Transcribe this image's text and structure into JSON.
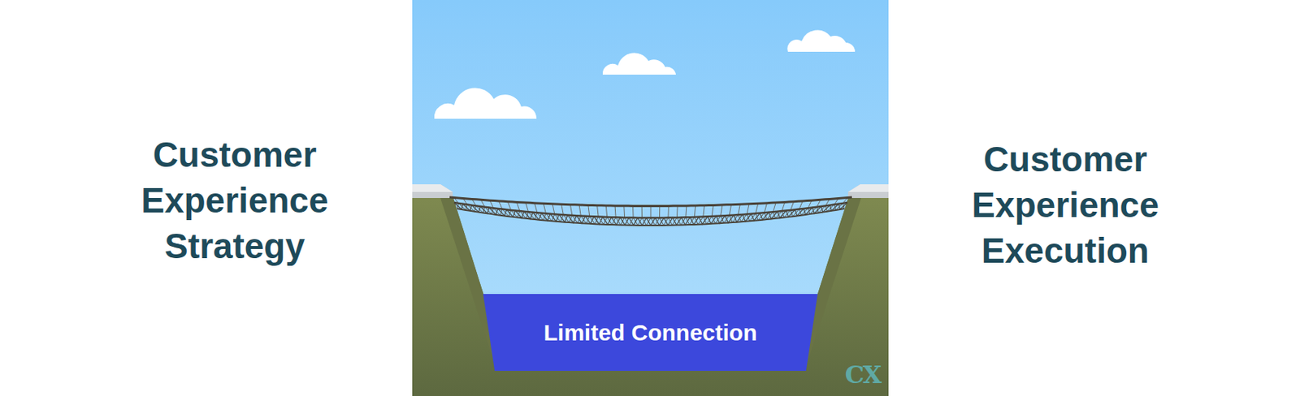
{
  "diagram": {
    "nodes": [
      {
        "text": [
          "Limited Connection"
        ]
      }
    ],
    "labels": [
      "Customer Experience Strategy",
      "Customer Experience Execution",
      "CX"
    ]
  }
}
